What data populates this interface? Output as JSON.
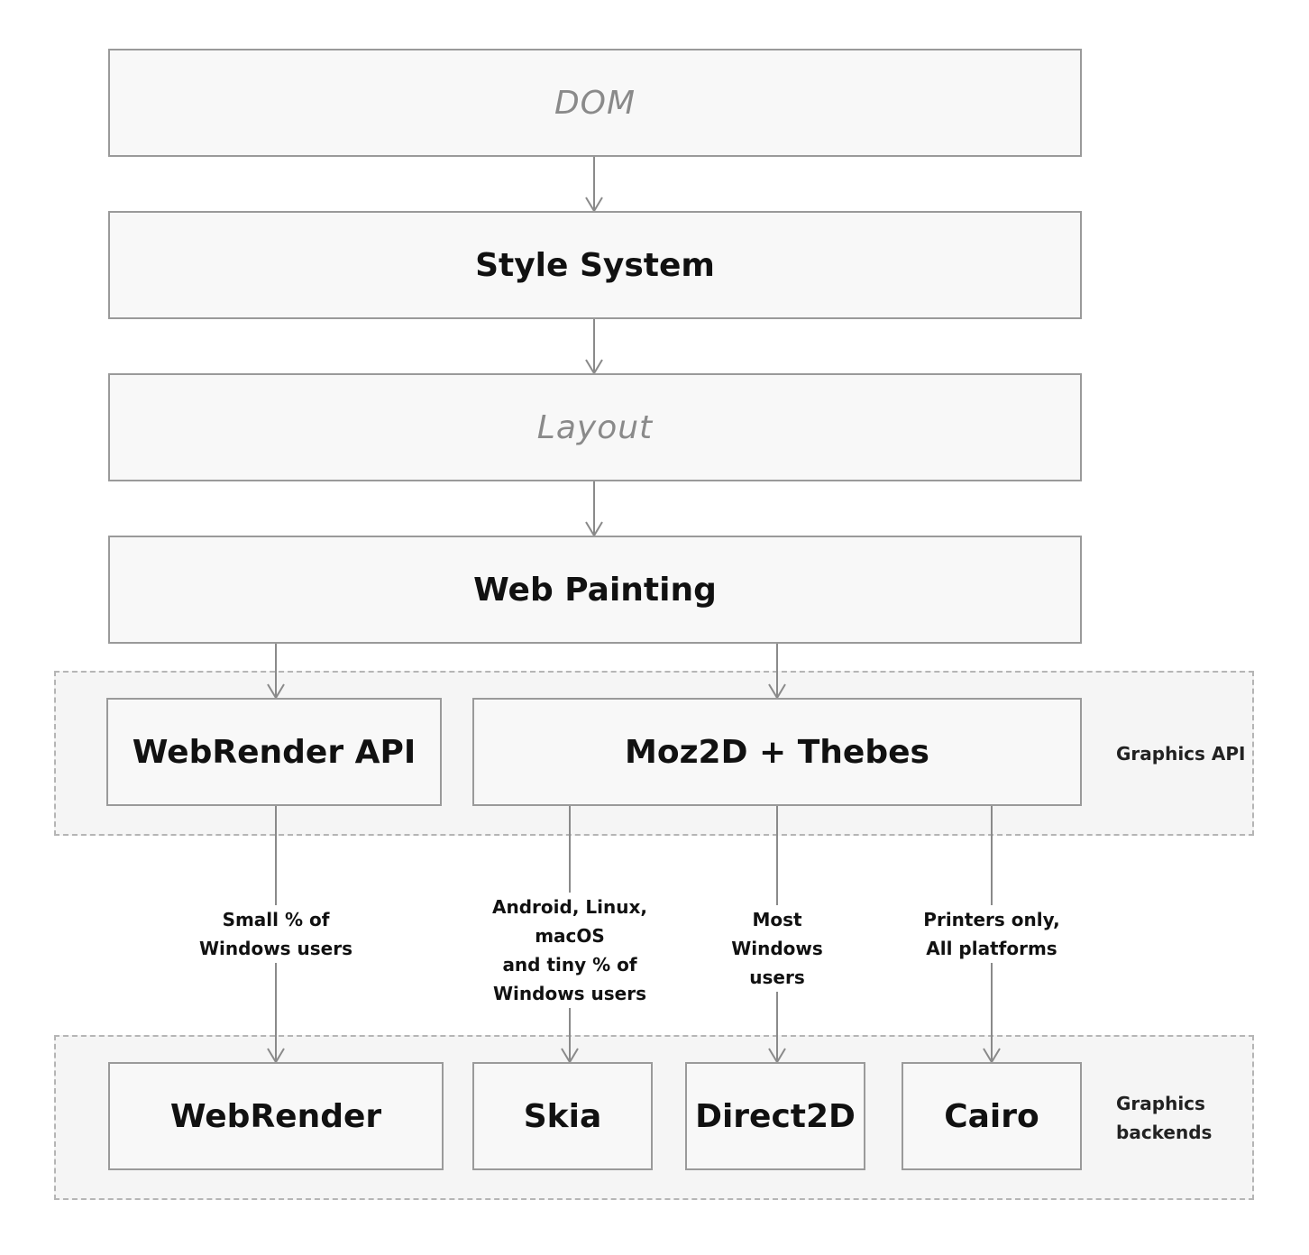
{
  "nodes": {
    "dom": "DOM",
    "style_system": "Style System",
    "layout": "Layout",
    "web_painting": "Web Painting",
    "webrender_api": "WebRender API",
    "moz2d_thebes": "Moz2D + Thebes",
    "webrender": "WebRender",
    "skia": "Skia",
    "direct2d": "Direct2D",
    "cairo": "Cairo"
  },
  "groups": {
    "graphics_api": "Graphics API",
    "graphics_backends_line1": "Graphics",
    "graphics_backends_line2": "backends"
  },
  "edge_labels": {
    "webrender": "Small % of\nWindows users",
    "skia": "Android, Linux, macOS\nand tiny % of\nWindows users",
    "direct2d": "Most\nWindows users",
    "cairo": "Printers only,\nAll platforms"
  },
  "colors": {
    "box_fill": "#f8f8f8",
    "box_border": "#9a9a9a",
    "group_fill": "#f5f5f5",
    "group_border": "#b5b5b5",
    "ghost_text": "#8a8a8a"
  }
}
